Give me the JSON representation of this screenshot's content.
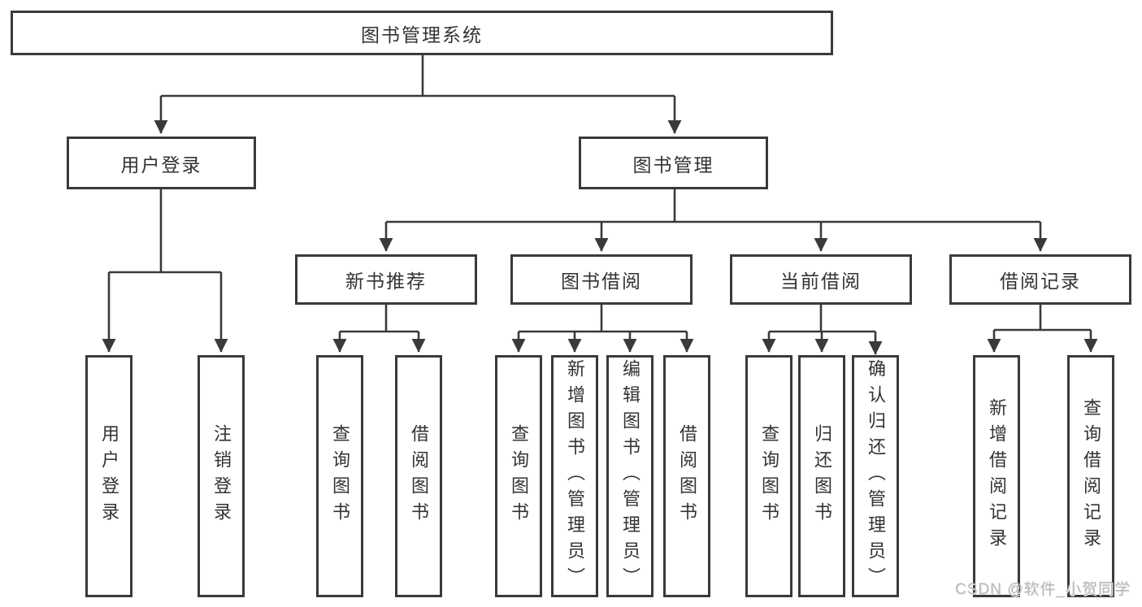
{
  "diagram": {
    "title": "图书管理系统",
    "root": {
      "label": "图书管理系统"
    },
    "branches": [
      {
        "label": "用户登录"
      },
      {
        "label": "图书管理"
      }
    ],
    "modules": [
      {
        "label": "新书推荐"
      },
      {
        "label": "图书借阅"
      },
      {
        "label": "当前借阅"
      },
      {
        "label": "借阅记录"
      }
    ],
    "leaves": [
      {
        "label": "用户登录",
        "parent": "用户登录"
      },
      {
        "label": "注销登录",
        "parent": "用户登录"
      },
      {
        "label": "查询图书",
        "parent": "新书推荐"
      },
      {
        "label": "借阅图书",
        "parent": "新书推荐"
      },
      {
        "label": "查询图书",
        "parent": "图书借阅"
      },
      {
        "label": "新增图书（管理员）",
        "parent": "图书借阅"
      },
      {
        "label": "编辑图书（管理员）",
        "parent": "图书借阅"
      },
      {
        "label": "借阅图书",
        "parent": "图书借阅"
      },
      {
        "label": "查询图书",
        "parent": "当前借阅"
      },
      {
        "label": "归还图书",
        "parent": "当前借阅"
      },
      {
        "label": "确认归还（管理员）",
        "parent": "当前借阅"
      },
      {
        "label": "新增借阅记录",
        "parent": "借阅记录"
      },
      {
        "label": "查询借阅记录",
        "parent": "借阅记录"
      }
    ]
  },
  "watermark": {
    "text": "CSDN @软件_小贺同学"
  },
  "colors": {
    "line": "#3a3a3a",
    "box_border": "#3a3a3a",
    "text": "#333333",
    "background": "#ffffff",
    "watermark": "#b9b9b9"
  }
}
